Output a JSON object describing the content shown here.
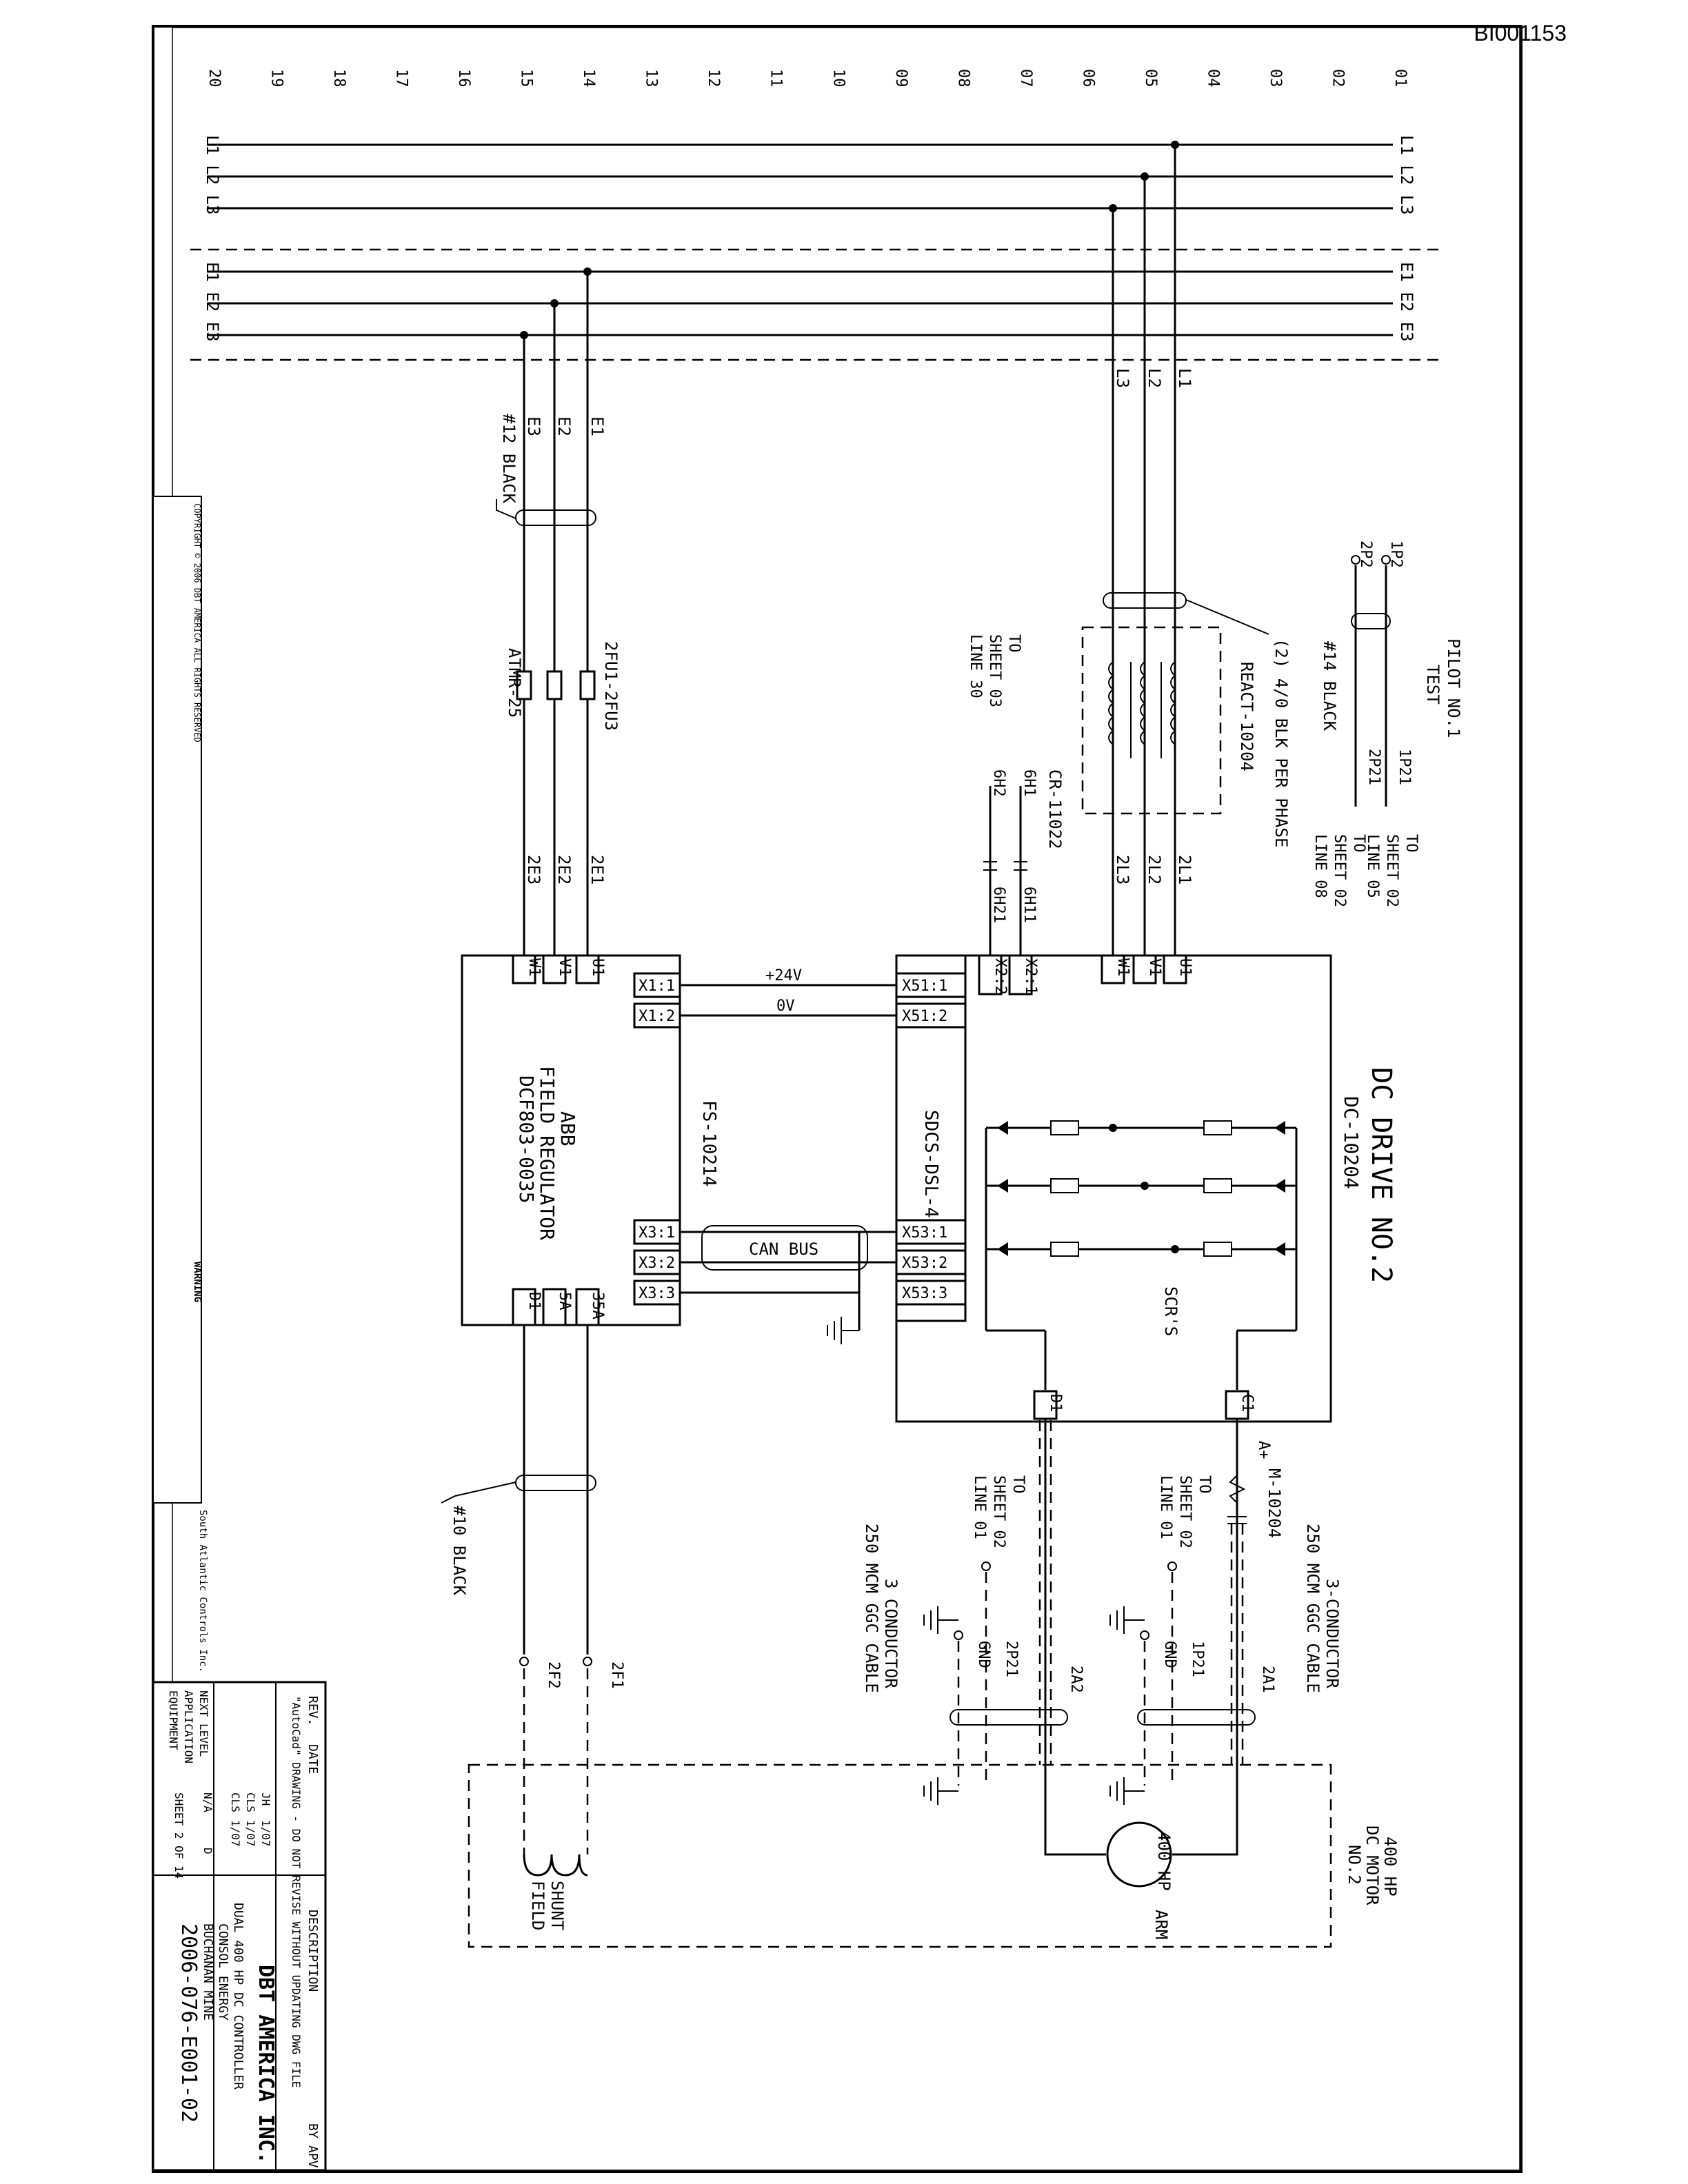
{
  "drawing_stamp": "BI001153",
  "line_numbers": [
    "01",
    "02",
    "03",
    "04",
    "05",
    "06",
    "07",
    "08",
    "09",
    "10",
    "11",
    "12",
    "13",
    "14",
    "15",
    "16",
    "17",
    "18",
    "19",
    "20"
  ],
  "bus_labels": {
    "line_bus": "L1 L2 L3",
    "exciter_bus": "E1 E2 E3"
  },
  "drive": {
    "title": "DC DRIVE NO.2",
    "model": "DC-10204",
    "board": "SDCS-DSL-4",
    "bridge_label": "SCR'S",
    "terminals_top": [
      "U1",
      "V1",
      "W1"
    ],
    "terminals_ctrl": [
      "X2:1",
      "X2:2"
    ],
    "terminals_dsl": [
      "X51:1",
      "X51:2",
      "X53:1",
      "X53:2",
      "X53:3"
    ],
    "armature_terminals": [
      "C1",
      "D1"
    ]
  },
  "field_regulator": {
    "title_1": "ABB",
    "title_2": "FIELD REGULATOR",
    "title_3": "DCF803-0035",
    "tag": "FS-10214",
    "terminals_top": [
      "U1",
      "V1",
      "W1"
    ],
    "terminals_left": [
      "X1:1",
      "X1:2",
      "X3:1",
      "X3:2",
      "X3:3"
    ],
    "terminals_bottom": [
      "35A",
      "5A",
      "D1"
    ]
  },
  "wires": {
    "l1": "L1",
    "l2": "L2",
    "l3": "L3",
    "e1": "E1",
    "e2": "E2",
    "e3": "E3",
    "two_l1": "2L1",
    "two_l2": "2L2",
    "two_l3": "2L3",
    "two_e1": "2E1",
    "two_e2": "2E2",
    "two_e3": "2E3",
    "plus24": "+24V",
    "zero_v": "0V",
    "can_bus": "CAN BUS",
    "sixh1": "6H1",
    "sixh2": "6H2",
    "sixh11": "6H11",
    "sixh21": "6H21",
    "twoa1": "2A1",
    "twoa2": "2A2",
    "onep21": "1P21",
    "twop21": "2P21",
    "gnd": "GND",
    "twof1": "2F1",
    "twof2": "2F2",
    "aplus": "A+",
    "onep2": "1P2",
    "twop2": "2P2"
  },
  "components": {
    "reactor": "REACT-10204",
    "reactor_cable": "(2) 4/0 BLK PER PHASE",
    "contact": "CR-11022",
    "fuses": "2FU1-2FU3",
    "fuse_type": "ATMR-25",
    "meter": "M-10204",
    "pilot_1": "PILOT NO.1",
    "pilot_2": "TEST",
    "wire_14": "#14 BLACK",
    "wire_12": "#12 BLACK",
    "wire_10": "#10 BLACK",
    "cable_1a": "250 MCM GGC CABLE",
    "cable_1b": "3-CONDUCTOR",
    "cable_2a": "250 MCM GGC CABLE",
    "cable_2b": "3 CONDUCTOR"
  },
  "references": {
    "to_s2_l05": [
      "TO",
      "SHEET 02",
      "LINE 05"
    ],
    "to_s2_l08": [
      "TO",
      "SHEET 02",
      "LINE 08"
    ],
    "to_s3_l30": [
      "TO",
      "SHEET 03",
      "LINE 30"
    ],
    "to_s2_l01a": [
      "TO",
      "SHEET 02",
      "LINE 01"
    ],
    "to_s2_l01b": [
      "TO",
      "SHEET 02",
      "LINE 01"
    ]
  },
  "motor": {
    "rating": "400 HP",
    "title_1": "400 HP",
    "title_2": "DC MOTOR",
    "title_3": "NO.2",
    "arm": "ARM",
    "shunt_1": "SHUNT",
    "shunt_2": "FIELD"
  },
  "title_block": {
    "company": "DBT AMERICA INC.",
    "description_1": "DUAL 400 HP DC CONTROLLER",
    "description_2": "CONSOL ENERGY",
    "description_3": "BUCHANAN MINE",
    "drawing_number": "2006-076-E001-02",
    "rev_header": "REV.",
    "date_header": "DATE",
    "desc_header": "DESCRIPTION",
    "by_header": "BY",
    "apv_header": "APV",
    "autocad_note": "\"AutoCad\" DRAWING - DO NOT REVISE WITHOUT UPDATING DWG FILE",
    "by": "JH",
    "by_date": "1/07",
    "ck": "CLS",
    "ck_date": "1/07",
    "ap": "CLS",
    "ap_date": "1/07",
    "scale": "N/A",
    "size": "D",
    "sheet": "SHEET 2 OF 14",
    "next_level": "NEXT LEVEL",
    "application": "APPLICATION",
    "equipment": "EQUIPMENT",
    "contractor": "South Atlantic Controls Inc."
  },
  "copyright": "COPYRIGHT © 2006 DBT AMERICA ALL RIGHTS RESERVED",
  "warning": "WARNING"
}
